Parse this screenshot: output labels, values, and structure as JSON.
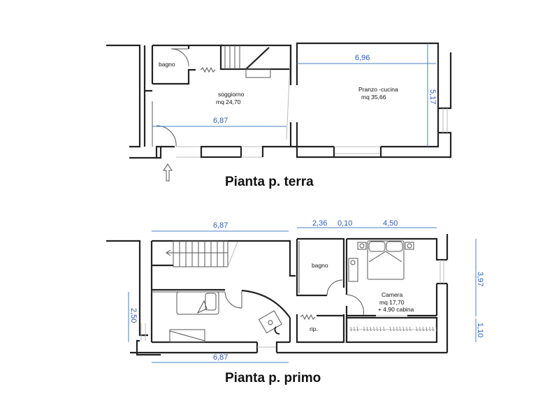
{
  "ground_floor": {
    "title": "Pianta p. terra",
    "rooms": [
      {
        "name": "bagno"
      },
      {
        "name": "soggiorno",
        "area": "mq 24,70"
      },
      {
        "name": "Pranzo -cucina",
        "area": "mq 35,66"
      }
    ],
    "dimensions": {
      "soggiorno_width": "6,87",
      "pranzo_width": "6,96",
      "pranzo_depth": "5,17"
    },
    "entrance_icon": "arrow-up-icon"
  },
  "first_floor": {
    "title": "Pianta p. primo",
    "rooms": [
      {
        "name": "bagno"
      },
      {
        "name": "Camera",
        "area": "mq 17,70",
        "extra": "+ 4,90 cabina"
      },
      {
        "name": "rip."
      }
    ],
    "dimensions": {
      "top_left_width": "6,87",
      "bottom_left_width": "6,87",
      "left_depth": "2,50",
      "bagno_width": "2,36",
      "wall_width": "0,10",
      "camera_width": "4,50",
      "camera_depth": "3,97",
      "cabina_depth": "1,10"
    }
  },
  "colors": {
    "wall": "#222222",
    "dimension": "#2f5fb0"
  }
}
